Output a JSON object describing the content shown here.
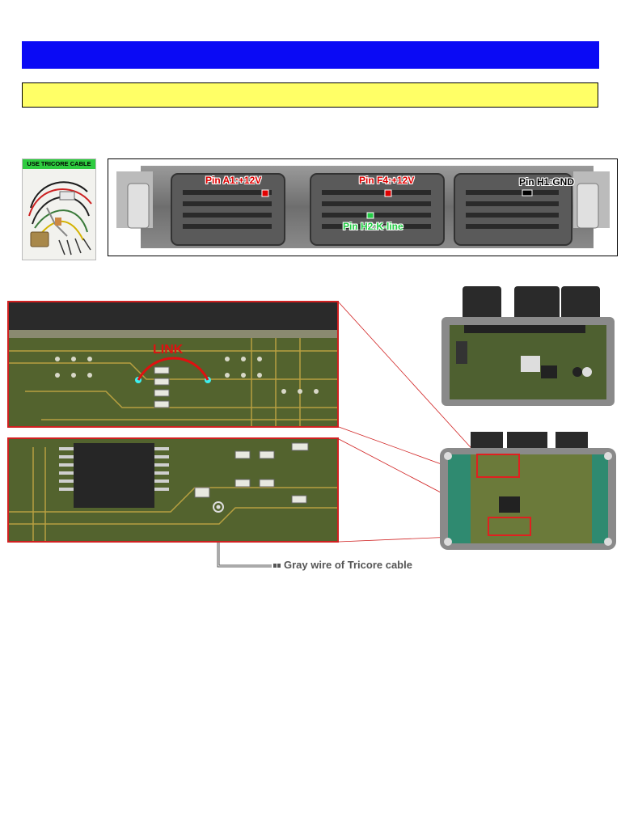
{
  "cable_label": "USE TRICORE CABLE",
  "pins": {
    "a1": "Pin A1:+12V",
    "f4": "Pin F4:+12V",
    "h1": "Pin H1:GND",
    "h2": "Pin H2:K-line"
  },
  "link_label": "LINK",
  "gray_wire_label": "Gray wire of Tricore cable",
  "colors": {
    "header_blue": "#0a0af5",
    "subheader_yellow": "#ffff66",
    "pin_power": "#e00000",
    "pin_kline": "#22cc44",
    "pin_gnd": "#000000",
    "highlight_red": "#d02020"
  }
}
